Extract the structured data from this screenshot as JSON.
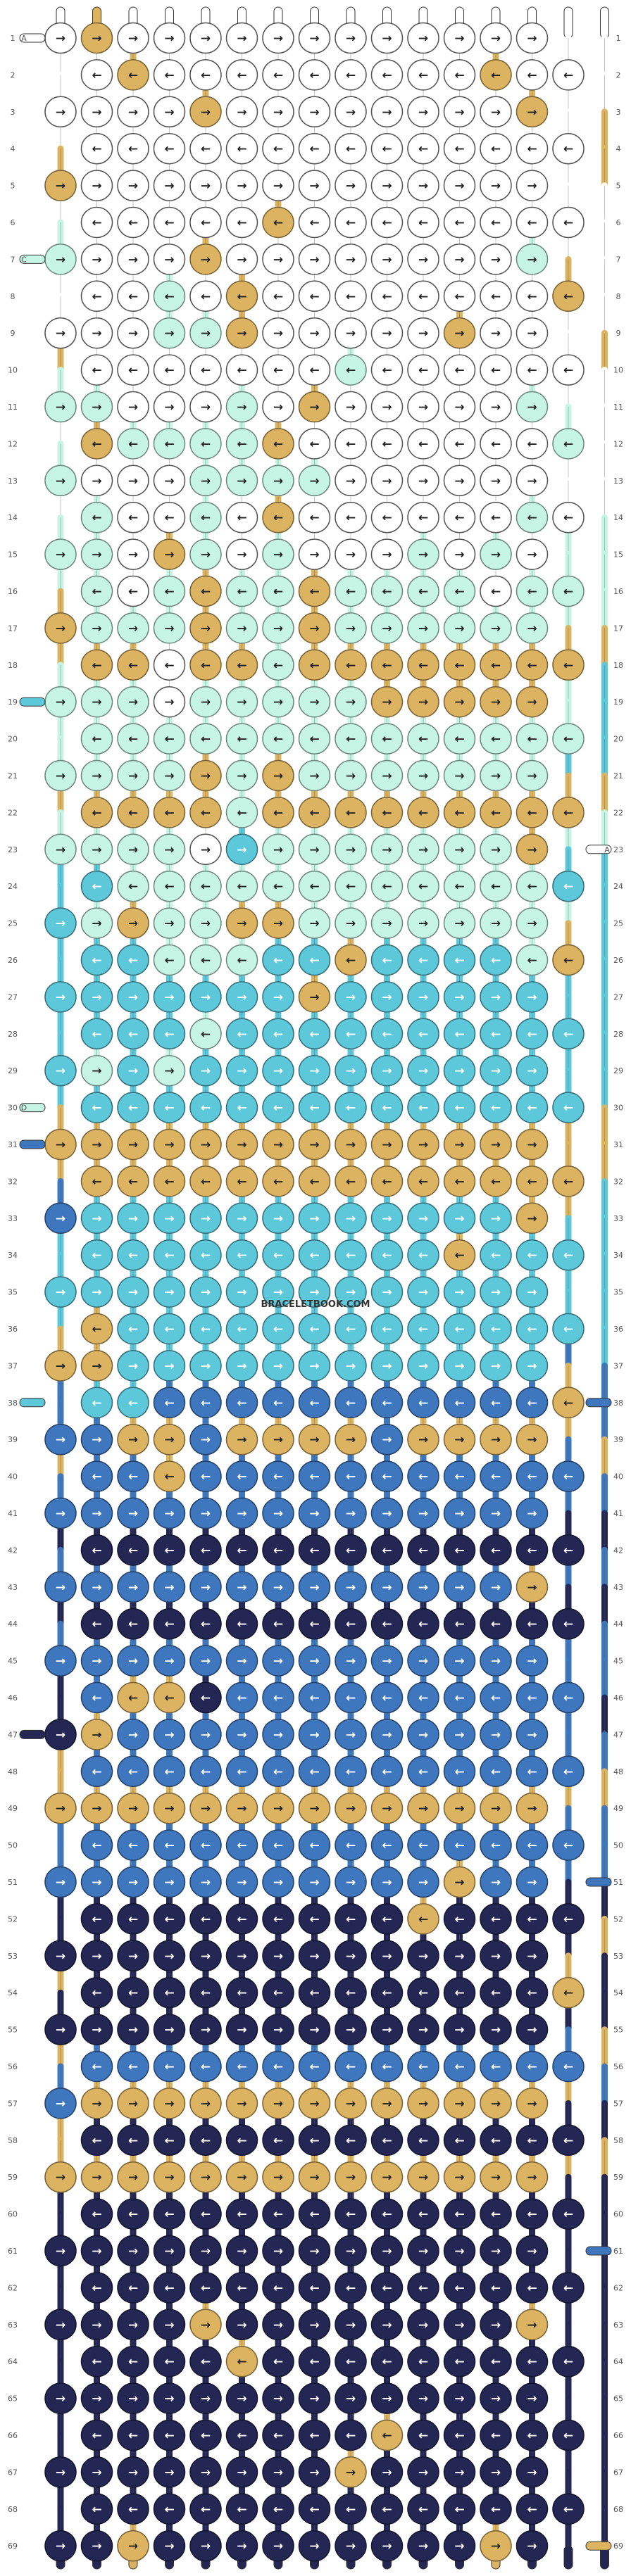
{
  "site": {
    "watermark": "BRACELETBOOK.COM"
  },
  "pattern": {
    "rows": 69,
    "knots_per_row": 14,
    "strings": 16,
    "colors": {
      "W": "#ffffff",
      "G": "#dcb361",
      "M": "#c6f5e6",
      "T": "#5ec8db",
      "B": "#3f77bf",
      "D": "#242654"
    },
    "color_names": {
      "W": "white",
      "G": "gold",
      "M": "mint",
      "T": "turquoise",
      "B": "blue",
      "D": "navy"
    },
    "row_strings": [
      "WGWWWWWWWWWWWWWW",
      "WWGWWWWWWWWWGWWW",
      "WWWWGWWWWWWWWGWW",
      "WWWWWWWWWWWWWWWG",
      "GWWWWWWWWWWWWWWG",
      "WWWWWWGWWWWWWWWW",
      "MWWWGWWWWWWWWMWW",
      "WWWMWGWWWWWWWWGW",
      "WWWMMGWWWWWGWWWW",
      "GWWWWWWWMWWWWWWG",
      "MMWWWMWGWWWWWMWW",
      "WGMMMMGWWWWWWWMW",
      "MWWWMMMMWWWWWWWW",
      "WMWWMWGWWWWWWMWW",
      "MMWGMWMWWWMWMWMM",
      "MMWMGMMGMMMMWMMM",
      "GMMMGMMGMMMMMMMM",
      "GGGWGGMGGGGGGGGG",
      "MMMWMMMMMGGGGGMT",
      "MMMMMMMMMMMMMMMT",
      "MMMMGMGMMMMMMMTT",
      "GGGGGMGGGGGGGGGG",
      "MMMMWTMMMMMMMGMM",
      "TTMMMMMMMMMMMMTT",
      "TMGMMGGMMMMMMMMT",
      "TTTMMMTTGTTTTMGT",
      "TTTTTTTGTTTTTTTT",
      "TTTTMTTTTTTTTTTT",
      "TMTMTTTTTTTTTTTT",
      "TTTTTTTTTTTTTTTT",
      "GGGGGGGGGGGGGGGG",
      "GGGGGGGGGGGGGGGG",
      "BTTTTTTTTTTTTGGT",
      "TTTTTTTTTTTGTTTT",
      "TTTTTTTTTTTTTTTT",
      "TGTTTTTTTTTTTTTT",
      "GGTTTTTTTTTTTTBT",
      "BTTBBBBBBBBBBBGB",
      "BBGGBGGGGBGGGGGB",
      "GBBGBBBBBBBBBBBG",
      "BBBBBBBBBBBBBBBB",
      "DDDDDDDDDDDDDDDD",
      "BBBBBBBBBBBBBGBB",
      "DDDDDDDDDDDDDDDD",
      "BBBBBBBBBBBBBBBB",
      "DBGGDBBBBBBBBBBB",
      "DGBBBBBBBBBBBBBD",
      "GBBBBBBBBBBBBBBB",
      "GGGGGGGGGGGGGGGG",
      "BBBBBBBBBBBBBBBB",
      "BBBBBBBBBBBGBBBB",
      "DDDDDDDDDDGDDDDD",
      "DDDDDDDDDDDDDDDG",
      "GDDDDDDDDDDDDDGD",
      "DDDDDDDDDDDDDDDD",
      "GBBBBBBBBBBBBBBG",
      "BGGGGGGGGGGGGGGB",
      "GDDDDDDDDDDDDDDD",
      "GGGGGGGGGGGGGGGG",
      "DDDDDDDDDDDDDDDD",
      "DDDDDDDDDDDDDDDD",
      "DDDDDDDDDDDDDDDD",
      "DDDDGDDDDDDDDGDD",
      "DDDDDGDDDDDDDDDD",
      "DDDDDDDDDDDDDDDD",
      "DDDDDDDDDGDDDDDD",
      "DDDDDDDDGDDDDDDD",
      "DDDDDDDDDDDDDDDD",
      "DDGDDDDDDDDDGDDD"
    ],
    "directions": [
      "RRRRRRRRRRRRRR",
      "LLLLLLLLLLLLLL",
      "RRRRRRRRRRRRRR",
      "LLLLLLLLLLLLLL",
      "RRRRRRRRRRRRRR",
      "LLLLLLLLLLLLLL",
      "RRRRRRRRRRRRRR",
      "LLLLLLLLLLLLLL",
      "RRRRRRRRRRRRRR",
      "LLLLLLLLLLLLLL",
      "RRRRRRRRRRRRRR",
      "LLLLLLLLLLLLLL",
      "RRRRRRRRRRRRRR",
      "LLLLLLLLLLLLLL",
      "RRRRRRRRRRRRRR",
      "LLLLLLLLLLLLLL",
      "RRRRRRRRRRRRRR",
      "LLLLLLLLLLLLLL",
      "RRRRRRRRRRRRRR",
      "LLLLLLLLLLLLLL",
      "RRRRRRRRRRRRRR",
      "LLLLLLLLLLLLLL",
      "RRRRRRRRRRRRRR",
      "LLLLLLLLLLLLLL",
      "RRRRRRRRRRRRRR",
      "LLLLLLLLLLLLLL",
      "RRRRRRRRRRRRRR",
      "LLLLLLLLLLLLLL",
      "RRRRRRRRRRRRRR",
      "LLLLLLLLLLLLLL",
      "RRRRRRRRRRRRRR",
      "LLLLLLLLLLLLLL",
      "RRRRRRRRRRRRRR",
      "LLLLLLLLLLLLLL",
      "RRRRRRRRRRRRRR",
      "LLLLLLLLLLLLLL",
      "RRRRRRRRRRRRRR",
      "LLLLLLLLLLLLLL",
      "RRRRRRRRRRRRRR",
      "LLLLLLLLLLLLLL",
      "RRRRRRRRRRRRRR",
      "LLLLLLLLLLLLLL",
      "RRRRRRRRRRRRRR",
      "LLLLLLLLLLLLLL",
      "RRRRRRRRRRRRRR",
      "LLLLLLLLLLLLLL",
      "RRRRRRRRRRRRRR",
      "LLLLLLLLLLLLLL",
      "RRRRRRRRRRRRRR",
      "LLLLLLLLLLLLLL",
      "RRRRRRRRRRRRRR",
      "LLLLLLLLLLLLLL",
      "RRRRRRRRRRRRRR",
      "LLLLLLLLLLLLLL",
      "RRRRRRRRRRRRRR",
      "LLLLLLLLLLLLLL",
      "RRRRRRRRRRRRRR",
      "LLLLLLLLLLLLLL",
      "RRRRRRRRRRRRRR",
      "LLLLLLLLLLLLLL",
      "RRRRRRRRRRRRRR",
      "LLLLLLLLLLLLLL",
      "RRRRRRRRRRRRRR",
      "LLLLLLLLLLLLLL",
      "RRRRRRRRRRRRRR",
      "LLLLLLLLLLLLLL",
      "RRRRRRRRRRRRRR",
      "LLLLLLLLLLLLLL",
      "RRRRRRRRRRRRRR"
    ],
    "start_labels": [
      {
        "row": 1,
        "side": "left",
        "label": "A",
        "color": "W"
      },
      {
        "row": 7,
        "side": "left",
        "label": "C",
        "color": "M"
      },
      {
        "row": 19,
        "side": "left",
        "label": "",
        "color": "T"
      },
      {
        "row": 23,
        "side": "right",
        "label": "A",
        "color": "W"
      },
      {
        "row": 30,
        "side": "left",
        "label": "D",
        "color": "M"
      },
      {
        "row": 31,
        "side": "left",
        "label": "",
        "color": "B"
      },
      {
        "row": 38,
        "side": "left",
        "label": "",
        "color": "T"
      },
      {
        "row": 38,
        "side": "right",
        "label": "",
        "color": "B"
      },
      {
        "row": 47,
        "side": "left",
        "label": "",
        "color": "D"
      },
      {
        "row": 51,
        "side": "right",
        "label": "",
        "color": "B"
      },
      {
        "row": 61,
        "side": "right",
        "label": "",
        "color": "B"
      },
      {
        "row": 69,
        "side": "right",
        "label": "",
        "color": "G"
      }
    ]
  }
}
